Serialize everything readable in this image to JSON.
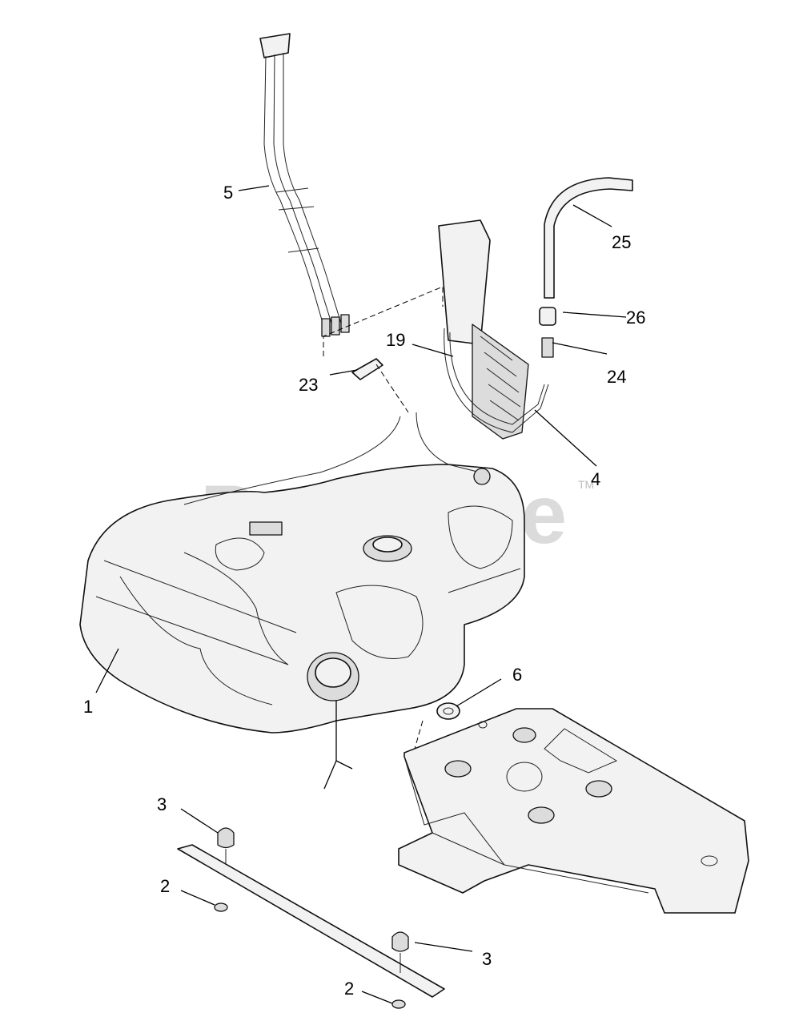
{
  "watermark": {
    "text": "PartsTree",
    "trademark": "TM"
  },
  "callouts": [
    {
      "id": "c1",
      "label": "1"
    },
    {
      "id": "c2a",
      "label": "2"
    },
    {
      "id": "c2b",
      "label": "2"
    },
    {
      "id": "c3a",
      "label": "3"
    },
    {
      "id": "c3b",
      "label": "3"
    },
    {
      "id": "c4",
      "label": "4"
    },
    {
      "id": "c5",
      "label": "5"
    },
    {
      "id": "c6",
      "label": "6"
    },
    {
      "id": "c19",
      "label": "19"
    },
    {
      "id": "c23",
      "label": "23"
    },
    {
      "id": "c24",
      "label": "24"
    },
    {
      "id": "c25",
      "label": "25"
    },
    {
      "id": "c26",
      "label": "26"
    }
  ]
}
